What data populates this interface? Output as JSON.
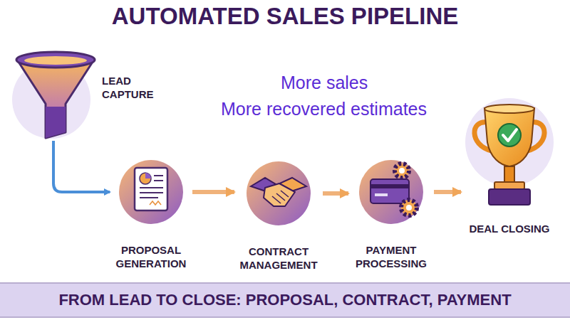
{
  "diagram": {
    "title": "AUTOMATED SALES PIPELINE",
    "caption": "FROM LEAD TO CLOSE: PROPOSAL, CONTRACT, PAYMENT",
    "nodes": [
      {
        "text": [
          "LEAD CAPTURE"
        ]
      },
      {
        "text": [
          "PROPOSAL GENERATION"
        ]
      },
      {
        "text": [
          "CONTRACT MANAGEMENT"
        ]
      },
      {
        "text": [
          "PAYMENT PROCESSING"
        ]
      },
      {
        "text": [
          "DEAL CLOSING"
        ]
      }
    ],
    "edges": [
      {
        "from": 0,
        "to": 1,
        "arrow": "to"
      },
      {
        "from": 1,
        "to": 2,
        "arrow": "to"
      },
      {
        "from": 2,
        "to": 3,
        "arrow": "to"
      },
      {
        "from": 3,
        "to": 4,
        "arrow": "to"
      }
    ],
    "labels": [
      "More sales",
      "More recovered estimates"
    ]
  }
}
